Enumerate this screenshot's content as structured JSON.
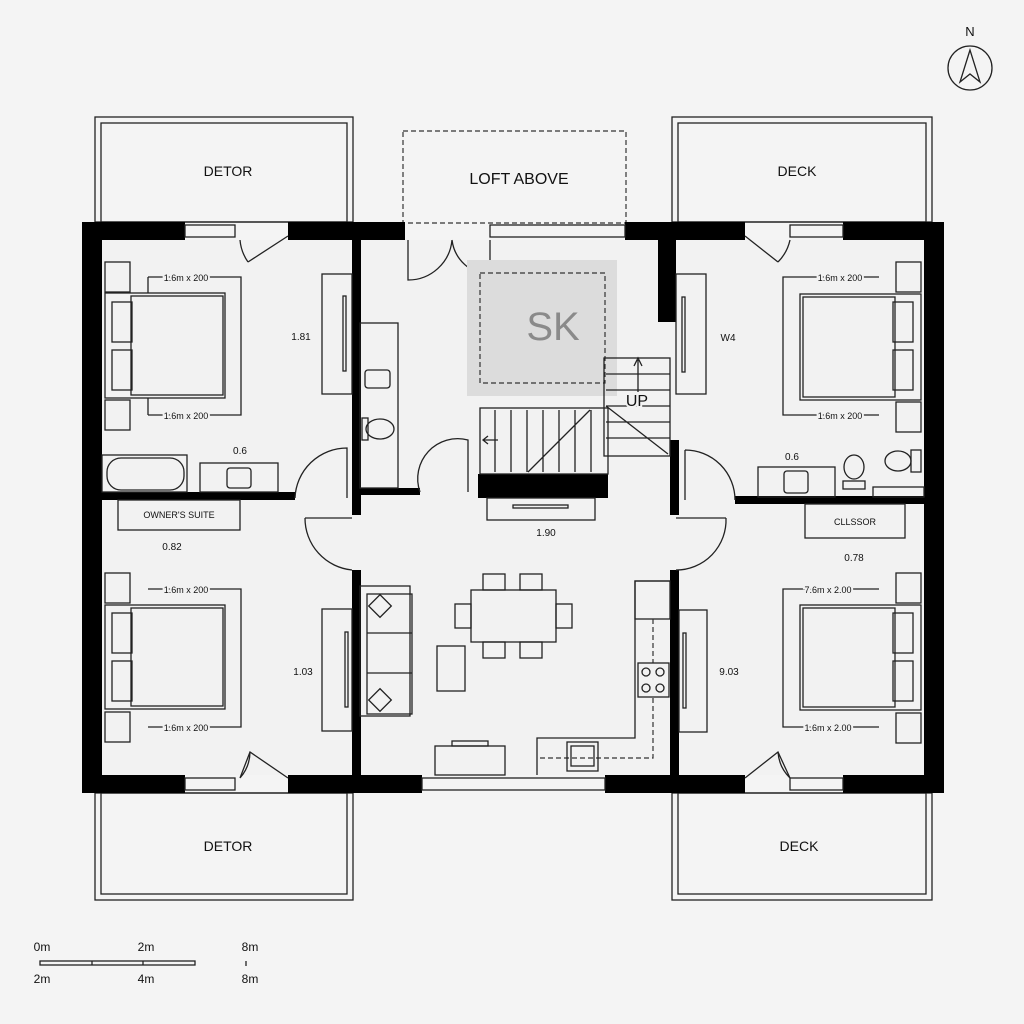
{
  "compass": {
    "label": "N"
  },
  "decks": {
    "top_left": "DETOR",
    "top_right": "DECK",
    "bottom_left": "DETOR",
    "bottom_right": "DECK"
  },
  "loft": {
    "label": "LOFT ABOVE"
  },
  "skylight": {
    "label": "SK"
  },
  "stairs": {
    "label": "UP"
  },
  "rooms": {
    "top_left": {
      "bed_top": "1.6m x 200",
      "bed_bottom": "1.6m x 200",
      "wardrobe": "1.81",
      "vanity": "0.6"
    },
    "owner_label": "OWNER'S SUITE",
    "owner_dim": "0.82",
    "bottom_left": {
      "bed_top": "1.6m x 200",
      "bed_bottom": "1.6m x 200",
      "wardrobe": "1.03"
    },
    "top_right": {
      "bed_top": "1.6m x 200",
      "bed_bottom": "1.6m x 200",
      "wardrobe": "W4",
      "vanity": "0.6"
    },
    "closet_label": "CLLSSOR",
    "closet_dim": "0.78",
    "bottom_right": {
      "bed_top": "7.6m x 2.00",
      "bed_bottom": "1.6m x 2.00",
      "wardrobe": "9.03"
    },
    "hall_dim": "1.90"
  },
  "scale_bar": {
    "top": [
      "0m",
      "2m",
      "8m"
    ],
    "bottom": [
      "2m",
      "4m",
      "8m"
    ]
  }
}
